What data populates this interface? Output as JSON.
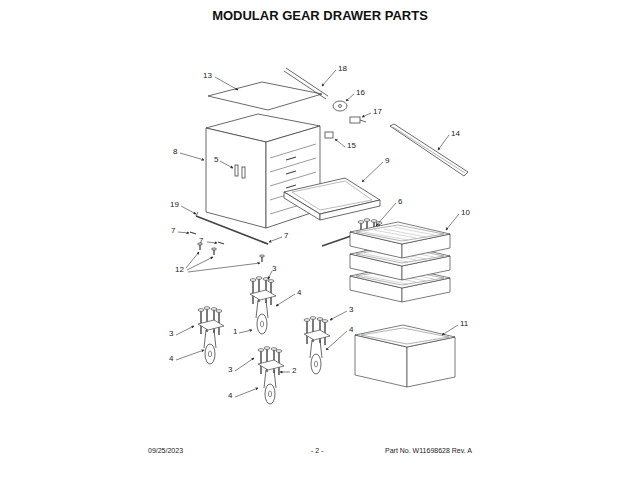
{
  "diagram": {
    "title": "MODULAR GEAR DRAWER PARTS",
    "labels": [
      "13",
      "18",
      "16",
      "17",
      "14",
      "15",
      "8",
      "5",
      "9",
      "19",
      "6",
      "10",
      "7",
      "7",
      "7",
      "12",
      "3",
      "4",
      "3",
      "1",
      "3",
      "4",
      "11",
      "4",
      "3",
      "2",
      "4",
      "09/25/2023",
      "- 2 -",
      "Part No. W11698628 Rev. A"
    ]
  }
}
